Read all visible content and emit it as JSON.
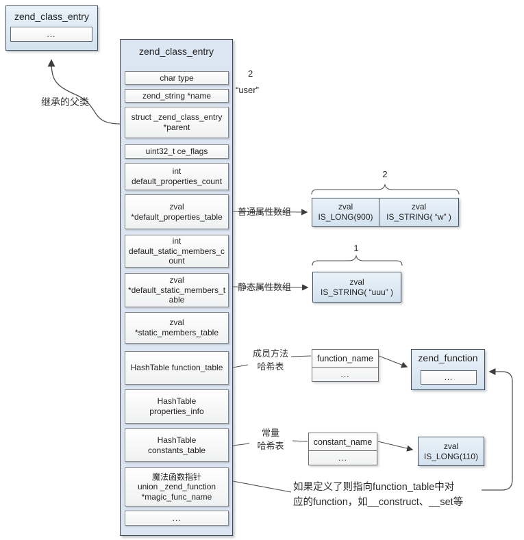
{
  "colors": {
    "box_blue": "#d9e5f1",
    "column_blue": "#dce6f2",
    "border_dark": "#404040",
    "line": "#555555"
  },
  "parent_box": {
    "title": "zend_class_entry",
    "body": "..."
  },
  "labels": {
    "inherit": "继承的父类",
    "normal_props": "普通属性数组",
    "static_props": "静态属性数组",
    "method_hash": "成员方法\n哈希表",
    "const_hash": "常量\n哈希表"
  },
  "annotations": {
    "type_value": "2",
    "name_value": "“user”",
    "props_count": "2",
    "static_count": "1",
    "magic_note": "如果定义了则指向function_table中对\n应的function，如__construct、__set等"
  },
  "main_struct": {
    "title": "zend_class_entry",
    "rows": [
      {
        "text": "char type"
      },
      {
        "text": "zend_string *name"
      },
      {
        "text": "struct _zend_class_entry\n*parent"
      },
      {
        "text": "uint32_t ce_flags"
      },
      {
        "text": "int\ndefault_properties_count"
      },
      {
        "text": "zval\n*default_properties_table"
      },
      {
        "text": "int\ndefault_static_members_count"
      },
      {
        "text": "zval\n*default_static_members_table"
      },
      {
        "text": "zval\n*static_members_table"
      },
      {
        "text": "HashTable function_table"
      },
      {
        "text": "HashTable\nproperties_info"
      },
      {
        "text": "HashTable\nconstants_table"
      },
      {
        "text": "魔法函数指针\nunion _zend_function\n*magic_func_name"
      },
      {
        "text": "..."
      }
    ]
  },
  "props_array": {
    "cells": [
      {
        "text": "zval\nIS_LONG(900)"
      },
      {
        "text": "zval\nIS_STRING( “w” )"
      }
    ]
  },
  "static_array": {
    "cells": [
      {
        "text": "zval\nIS_STRING( “uuu” )"
      }
    ]
  },
  "function_entry": {
    "header": "function_name",
    "body": "..."
  },
  "zend_function_box": {
    "title": "zend_function",
    "body": "..."
  },
  "constant_entry": {
    "header": "constant_name",
    "body": "..."
  },
  "const_zval": {
    "text": "zval\nIS_LONG(110)"
  }
}
